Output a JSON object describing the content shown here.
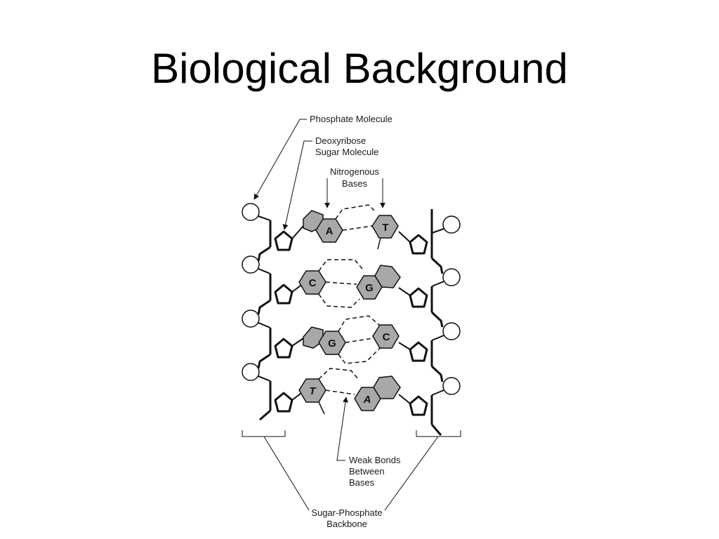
{
  "slide": {
    "title": "Biological Background"
  },
  "diagram": {
    "labels": {
      "phosphate": "Phosphate Molecule",
      "sugar_line1": "Deoxyribose",
      "sugar_line2": "Sugar Molecule",
      "nitro_line1": "Nitrogenous",
      "nitro_line2": "Bases",
      "weak_line1": "Weak Bonds",
      "weak_line2": "Between",
      "weak_line3": "Bases",
      "backbone_line1": "Sugar-Phosphate",
      "backbone_line2": "Backbone"
    },
    "base_pairs": [
      {
        "left": "A",
        "right": "T"
      },
      {
        "left": "C",
        "right": "G"
      },
      {
        "left": "G",
        "right": "C"
      },
      {
        "left": "T",
        "right": "A"
      }
    ],
    "colors": {
      "base_fill": "#a8a8a8",
      "line": "#111111",
      "background": "#ffffff"
    }
  }
}
